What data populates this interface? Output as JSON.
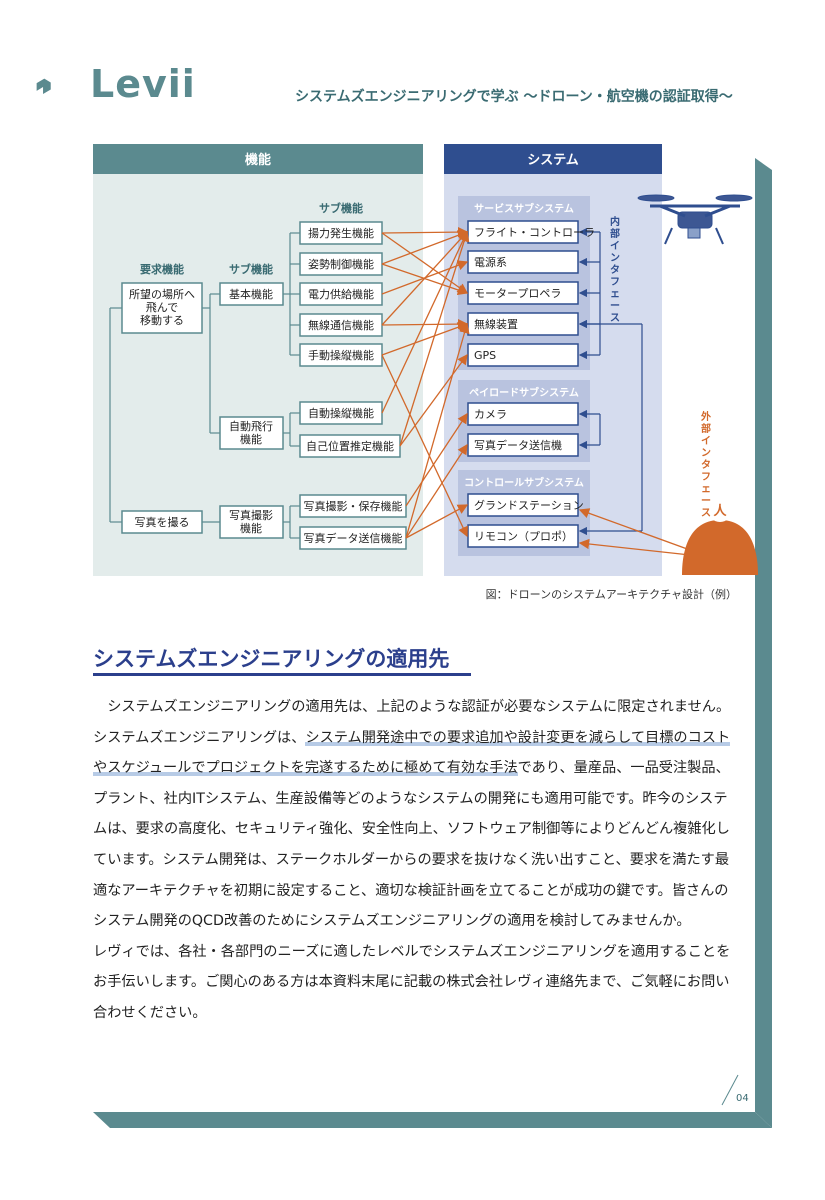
{
  "header": {
    "logo_text": "Levii",
    "title": "システムズエンジニアリングで学ぶ ～ドローン・航空機の認証取得～"
  },
  "diagram": {
    "function_header": "機能",
    "system_header": "システム",
    "col_labels": {
      "requirement": "要求機能",
      "sub": "サブ機能",
      "subsub": "サブ機能"
    },
    "requirements": {
      "req1": "所望の場所へ飛んで移動する",
      "req2": "写真を撮る"
    },
    "sub_functions": {
      "basic": "基本機能",
      "auto": "自動飛行機能",
      "photo": "写真撮影機能"
    },
    "subsub_functions": {
      "lift": "揚力発生機能",
      "attitude": "姿勢制御機能",
      "power": "電力供給機能",
      "wireless": "無線通信機能",
      "manual": "手動操縦機能",
      "autopilot": "自動操縦機能",
      "position": "自己位置推定機能",
      "photo_save": "写真撮影・保存機能",
      "photo_send": "写真データ送信機能"
    },
    "subsystems": {
      "service": {
        "title": "サービスサブシステム",
        "items": [
          "フライト・コントローラ",
          "電源系",
          "モータープロペラ",
          "無線装置",
          "GPS"
        ]
      },
      "payload": {
        "title": "ペイロードサブシステム",
        "items": [
          "カメラ",
          "写真データ送信機"
        ]
      },
      "control": {
        "title": "コントロールサブシステム",
        "items": [
          "グランドステーション",
          "リモコン（プロポ）"
        ]
      }
    },
    "internal_interface": "内部インタフェース",
    "external_interface": "外部インタフェース",
    "person": "人",
    "colors": {
      "teal": "#5b8a8f",
      "navy": "#2f4e8f",
      "orange": "#d2692b",
      "function_bg": "#e3eceb",
      "system_bg": "#d5dcee"
    },
    "icons": [
      "drone-icon",
      "person-icon"
    ]
  },
  "caption": "図：ドローンのシステムアーキテクチャ設計（例）",
  "section": {
    "title": "システムズエンジニアリングの適用先",
    "p1_before": "　システムズエンジニアリングの適用先は、上記のような認証が必要なシステムに限定されません。システムズエンジニアリングは、",
    "p1_highlight": "システム開発途中での要求追加や設計変更を減らして目標のコストやスケジュールでプロジェクトを完遂するために極めて有効な手法",
    "p1_after": "であり、量産品、一品受注製品、プラント、社内ITシステム、生産設備等どのようなシステムの開発にも適用可能です。昨今のシステムは、要求の高度化、セキュリティ強化、安全性向上、ソフトウェア制御等によりどんどん複雑化しています。システム開発は、ステークホルダーからの要求を抜けなく洗い出すこと、要求を満たす最適なアーキテクチャを初期に設定すること、適切な検証計画を立てることが成功の鍵です。皆さんのシステム開発のQCD改善のためにシステムズエンジニアリングの適用を検討してみませんか。",
    "p2": "レヴィでは、各社・各部門のニーズに適したレベルでシステムズエンジニアリングを適用することをお手伝いします。ご関心のある方は本資料末尾に記載の株式会社レヴィ連絡先まで、ご気軽にお問い合わせください。"
  },
  "page_number": "04"
}
